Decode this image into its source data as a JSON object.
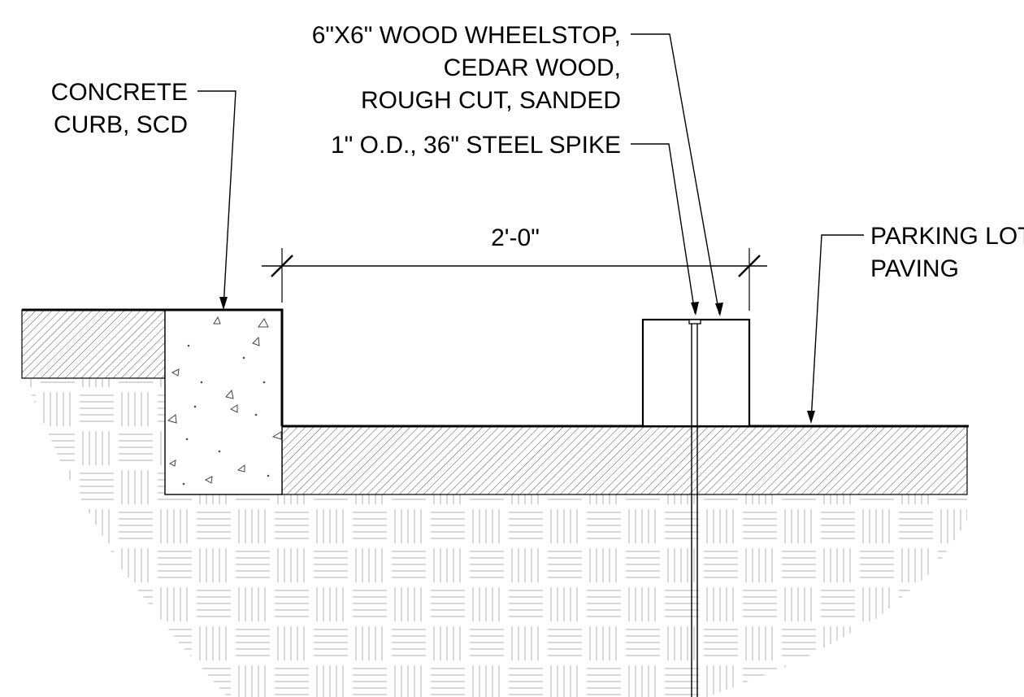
{
  "labels": {
    "curb_line1": "CONCRETE",
    "curb_line2": "CURB, SCD",
    "wheelstop_line1": "6\"X6\" WOOD WHEELSTOP,",
    "wheelstop_line2": "CEDAR WOOD,",
    "wheelstop_line3": "ROUGH CUT, SANDED",
    "spike": "1\" O.D., 36\" STEEL SPIKE",
    "paving_line1": "PARKING LOT",
    "paving_line2": "PAVING",
    "dimension": "2'-0\""
  },
  "colors": {
    "linework": "#000000",
    "hatch": "#555555",
    "earth_pattern": "#b0b0b0",
    "background": "#ffffff"
  }
}
